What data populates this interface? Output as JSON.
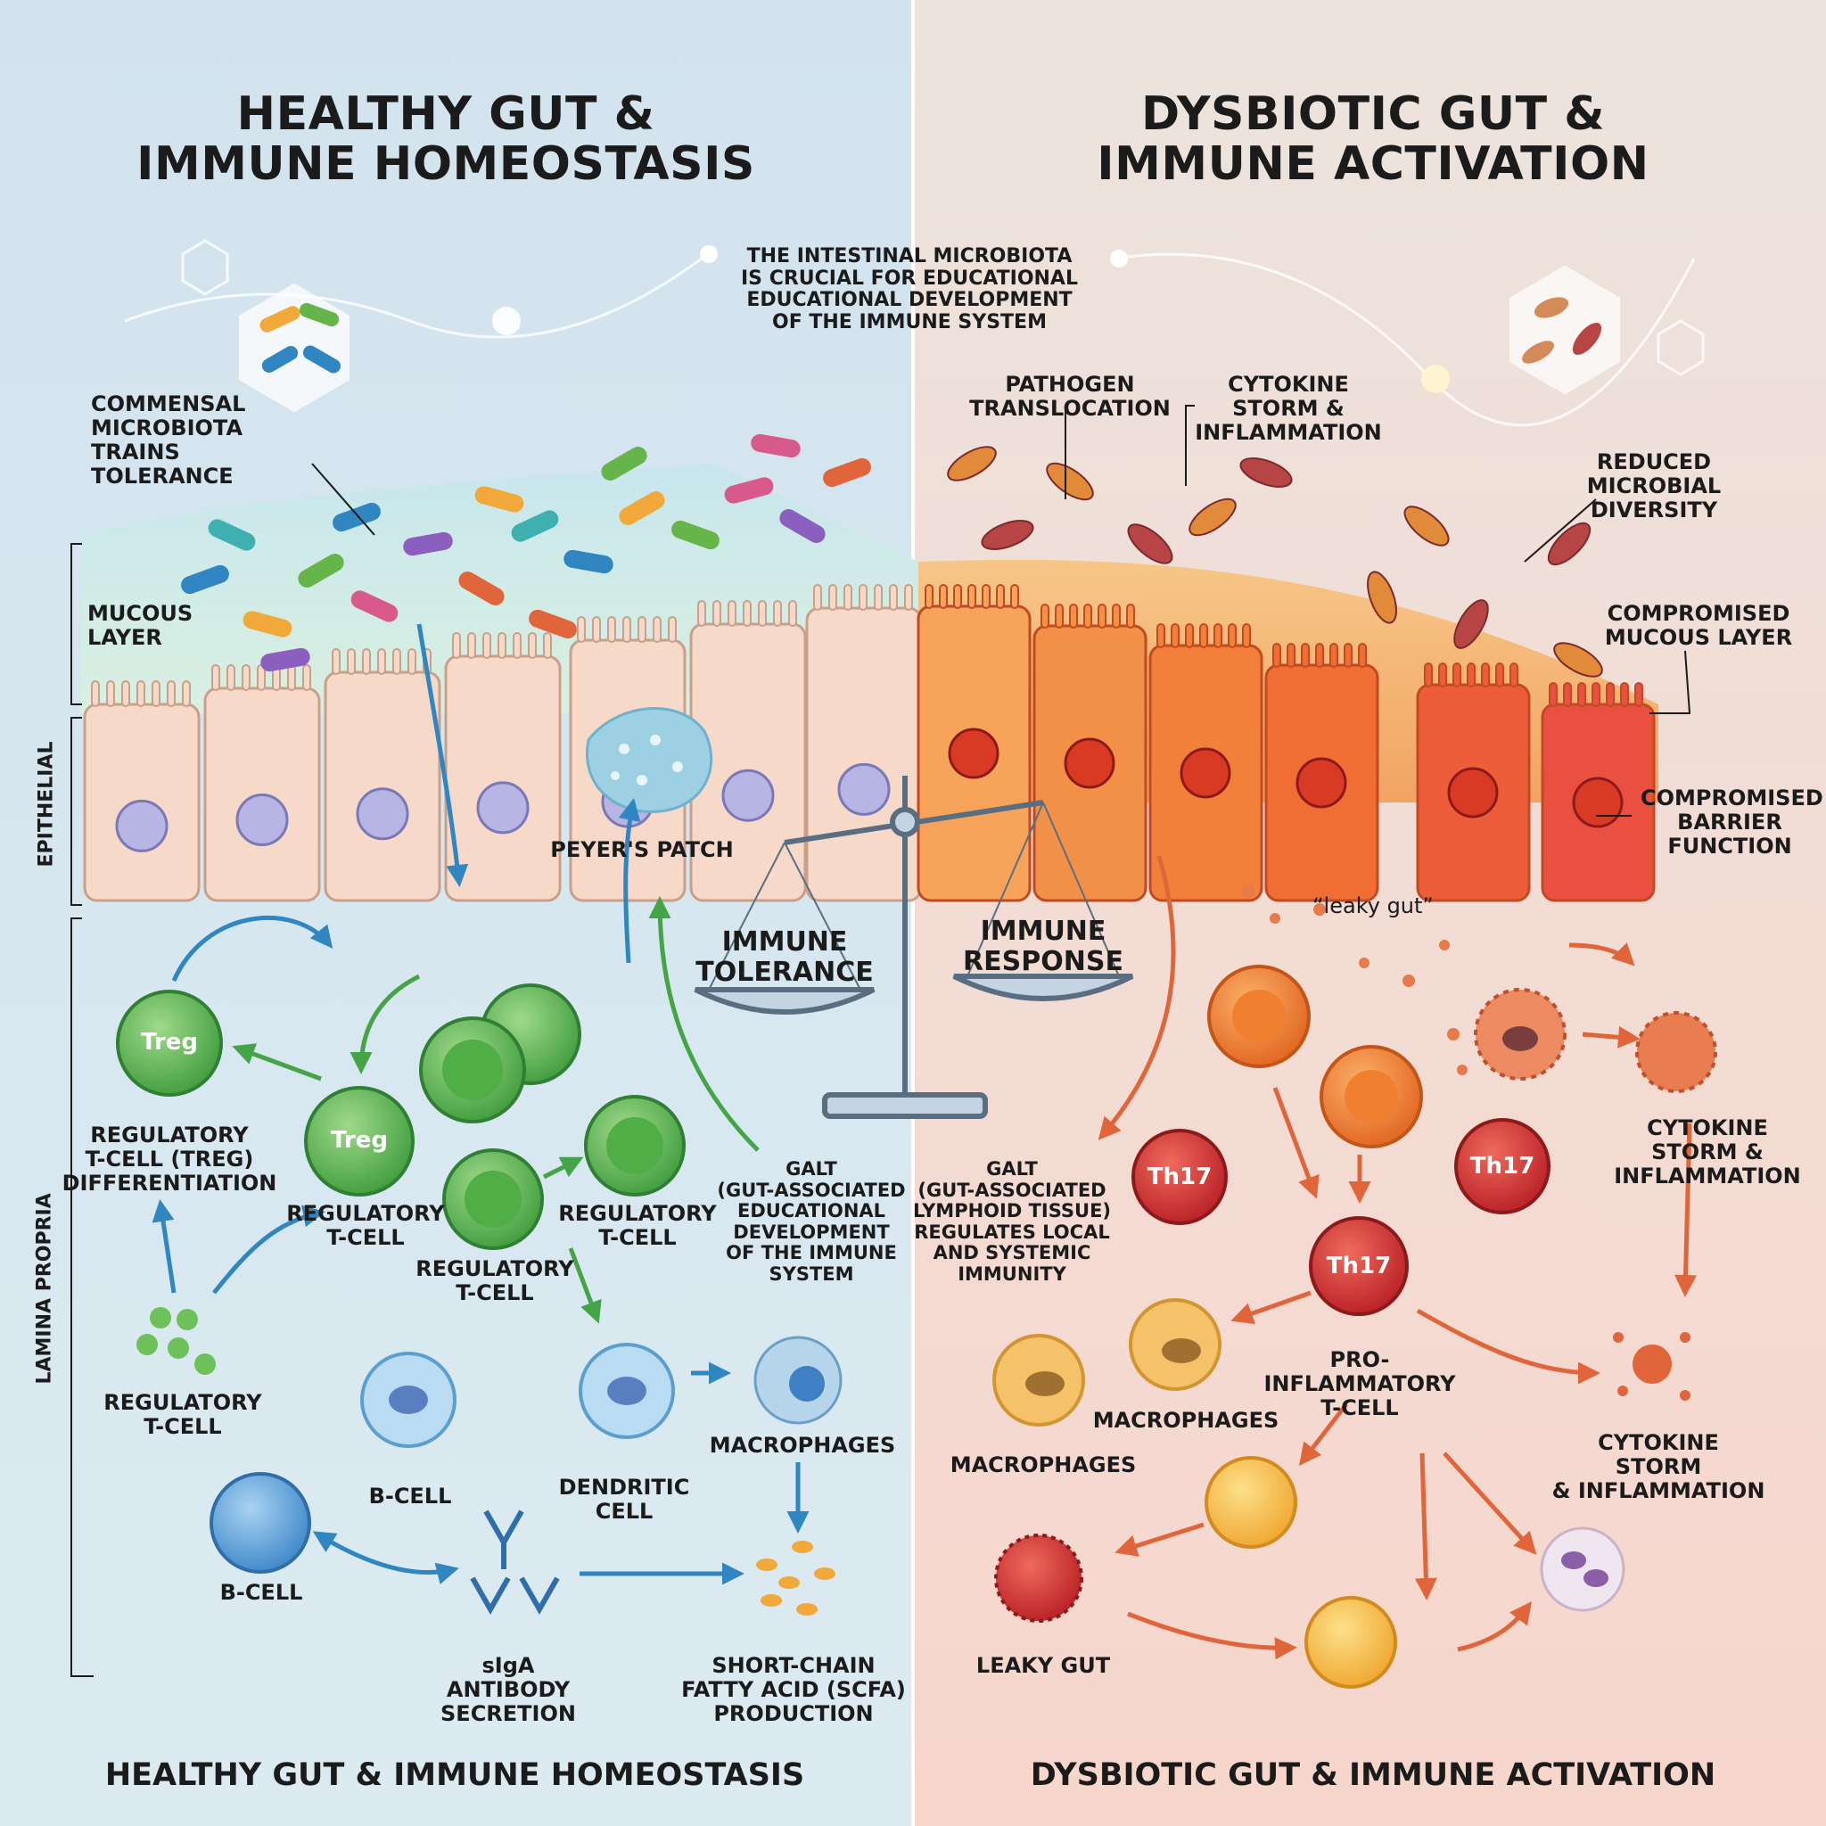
{
  "titles": {
    "left": "HEALTHY GUT &\nIMMUNE HOMEOSTASIS",
    "right": "DYSBIOTIC GUT &\nIMMUNE ACTIVATION",
    "footer_left": "HEALTHY GUT & IMMUNE HOMEOSTASIS",
    "footer_right": "DYSBIOTIC GUT & IMMUNE ACTIVATION"
  },
  "center_note": "THE INTESTINAL MICROBIOTA\nIS CRUCIAL FOR EDUCATIONAL\nEDUCATIONAL DEVELOPMENT\nOF THE IMMUNE SYSTEM",
  "side_labels": {
    "mucous": "MUCOUS\nLAYER",
    "epithelial": "EPITHELIAL",
    "lamina": "LAMINA PROPRIA"
  },
  "healthy": {
    "commensal": "COMMENSAL\nMICROBIOTA\nTRAINS TOLERANCE",
    "peyers": "PEYER'S PATCH",
    "treg_diff": "REGULATORY\nT-CELL (TREG)\nDIFFERENTIATION",
    "treg_badge": "Treg",
    "reg_tcell_1": "REGULATORY\nT-CELL",
    "reg_tcell_2": "REGULATORY\nT-CELL",
    "reg_tcell_3": "REGULATORY\nT-CELL",
    "reg_tcell_4": "REGULATORY\nT-CELL",
    "galt": "GALT\n(GUT-ASSOCIATED\nEDUCATIONAL\nDEVELOPMENT\nOF THE IMMUNE\nSYSTEM",
    "b_cell_1": "B-CELL",
    "b_cell_2": "B-CELL",
    "dendritic": "DENDRITIC\nCELL",
    "macrophages": "MACROPHAGES",
    "siga": "sIgA\nANTIBODY\nSECRETION",
    "scfa": "SHORT-CHAIN\nFATTY ACID (SCFA)\nPRODUCTION"
  },
  "balance": {
    "left": "IMMUNE\nTOLERANCE",
    "right": "IMMUNE\nRESPONSE"
  },
  "dysbiotic": {
    "pathogen": "PATHOGEN\nTRANSLOCATION",
    "cytokine_top": "CYTOKINE\nSTORM &\nINFLAMMATION",
    "reduced": "REDUCED\nMICROBIAL\nDIVERSITY",
    "comp_mucous": "COMPROMISED\nMUCOUS LAYER",
    "comp_barrier": "COMPROMISED\nBARRIER\nFUNCTION",
    "leaky_quote": "“leaky gut”",
    "galt": "GALT\n(GUT-ASSOCIATED\nLYMPHOID TISSUE)\nREGULATES LOCAL\nAND SYSTEMIC\nIMMUNITY",
    "th17_badge": "Th17",
    "cytokine_mid": "CYTOKINE\nSTORM &\nINFLAMMATION",
    "pro_inflam": "PRO-INFLAMMATORY\nT-CELL",
    "macrophages_1": "MACROPHAGES",
    "macrophages_2": "MACROPHAGES",
    "cytokine_low": "CYTOKINE STORM\n& INFLAMMATION",
    "leaky_gut": "LEAKY GUT"
  },
  "colors": {
    "healthy_bg": "#dbeaf3",
    "dysbiotic_bg": "#f6dcd2",
    "healthy_arrow": "#2f86c0",
    "treg_green": "#4fae46",
    "dysbiotic_arrow": "#e0653a",
    "th17_red": "#cc2a2a",
    "epithelium_healthy": "#f6d9c8",
    "epithelium_inflamed": "#f07a3a"
  }
}
